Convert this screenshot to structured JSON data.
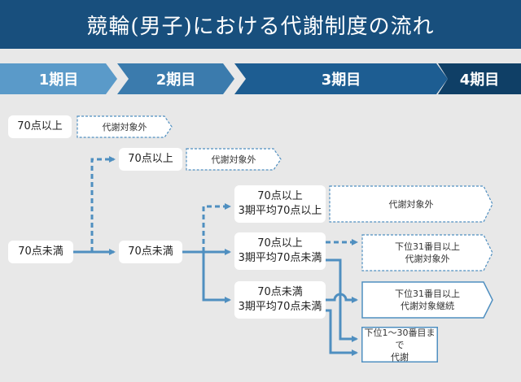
{
  "title": "競輪(男子)における代謝制度の流れ",
  "phases": [
    "1期目",
    "2期目",
    "3期目",
    "4期目"
  ],
  "boxes": {
    "p1_pass": "70点以上",
    "p1_fail": "70点未満",
    "p2_pass": "70点以上",
    "p2_fail": "70点未満",
    "p3_pass_line1": "70点以上",
    "p3_pass_line2": "3期平均70点以上",
    "p3_mid_line1": "70点以上",
    "p3_mid_line2": "3期平均70点未満",
    "p3_fail_line1": "70点未満",
    "p3_fail_line2": "3期平均70点未満"
  },
  "tags": {
    "exempt": "代謝対象外",
    "rank31_exempt_line1": "下位31番目以上",
    "rank31_exempt_line2": "代謝対象外",
    "rank31_continue_line1": "下位31番目以上",
    "rank31_continue_line2": "代謝対象継続",
    "rank1_30_line1": "下位1～30番目まで",
    "rank1_30_line2": "代謝"
  },
  "colors": {
    "header": "#184f7d",
    "panel": "#e8e8e8",
    "line": "#4f8fc0",
    "phase1": "#5a9ac9",
    "phase2": "#3b7bad",
    "phase3": "#1d5d92",
    "phase4": "#0f3f66"
  }
}
